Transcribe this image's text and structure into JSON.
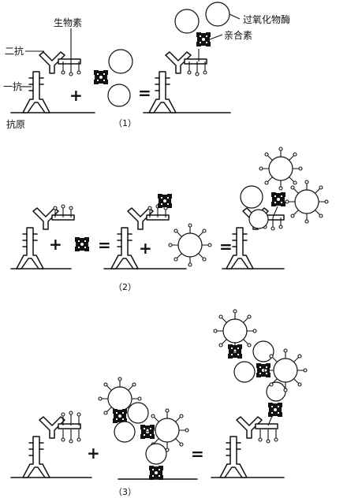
{
  "labels": {
    "biotin": "生物素",
    "secondary_antibody": "二抗",
    "primary_antibody": "一抗",
    "antigen": "抗原",
    "peroxidase": "过氧化物酶",
    "avidin": "亲合素"
  },
  "symbols": {
    "plus": "+",
    "equals": "="
  },
  "captions": {
    "p1": "（1）",
    "p2": "（2）",
    "p3": "（3）"
  }
}
